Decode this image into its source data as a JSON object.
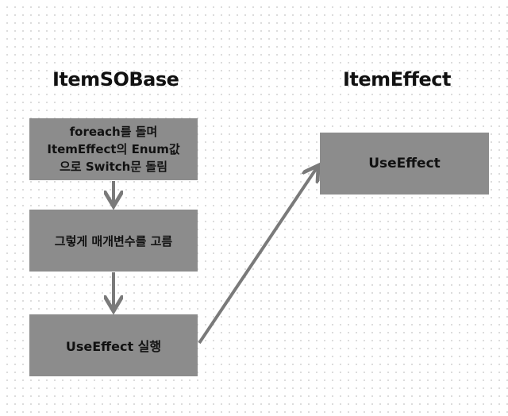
{
  "headings": {
    "left": "ItemSOBase",
    "right": "ItemEffect"
  },
  "boxes": {
    "foreach_lines": [
      "foreach를 돌며",
      "ItemEffect의 Enum값",
      "으로 Switch문 돌림"
    ],
    "param": "그렇게 매개변수를 고름",
    "use_left": "UseEffect 실행",
    "use_right": "UseEffect"
  },
  "colors": {
    "box_fill": "#8c8c8c",
    "arrow": "#7a7a7a",
    "text": "#111111"
  }
}
